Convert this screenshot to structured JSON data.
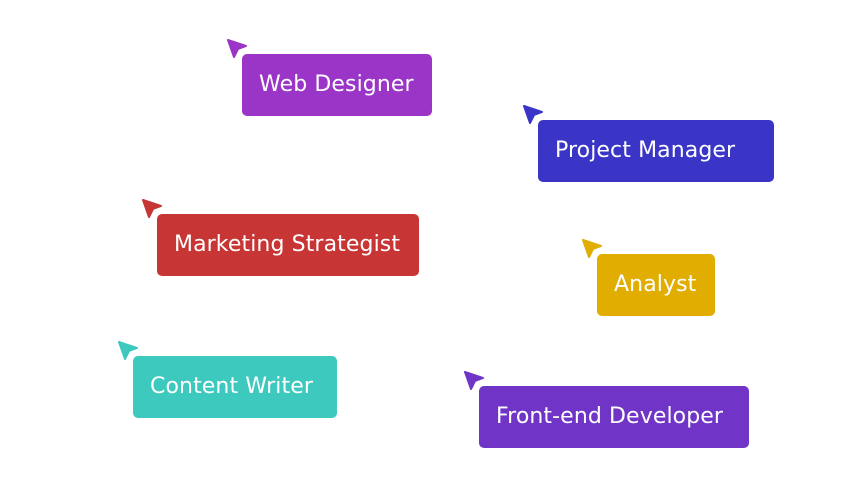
{
  "tags": [
    {
      "label": "Web Designer",
      "color": "#9b35c7"
    },
    {
      "label": "Project Manager",
      "color": "#3a35c7"
    },
    {
      "label": "Marketing Strategist",
      "color": "#c73535"
    },
    {
      "label": "Analyst",
      "color": "#e0ad00"
    },
    {
      "label": "Content Writer",
      "color": "#3ec9bf"
    },
    {
      "label": "Front-end Developer",
      "color": "#7035c7"
    }
  ],
  "icon": "cursor-pointer-icon"
}
